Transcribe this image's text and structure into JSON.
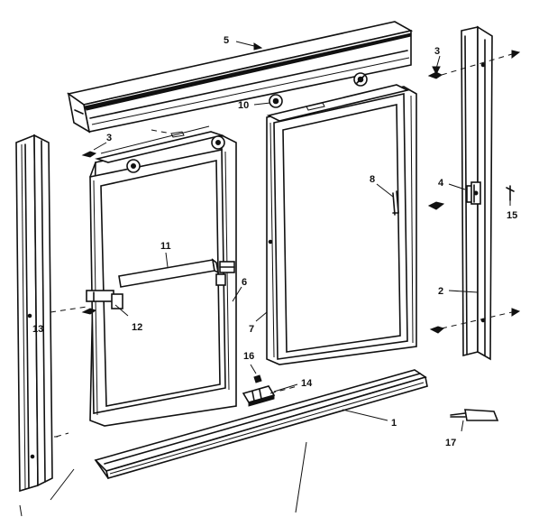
{
  "diagram": {
    "callouts": {
      "c1": "1",
      "c2": "2",
      "c3a": "3",
      "c3b": "3",
      "c4": "4",
      "c5": "5",
      "c6": "6",
      "c7": "7",
      "c8": "8",
      "c10": "10",
      "c11": "11",
      "c12": "12",
      "c13": "13",
      "c14": "14",
      "c15": "15",
      "c16": "16",
      "c17": "17"
    },
    "colors": {
      "ink": "#111111",
      "paper": "#ffffff"
    }
  }
}
